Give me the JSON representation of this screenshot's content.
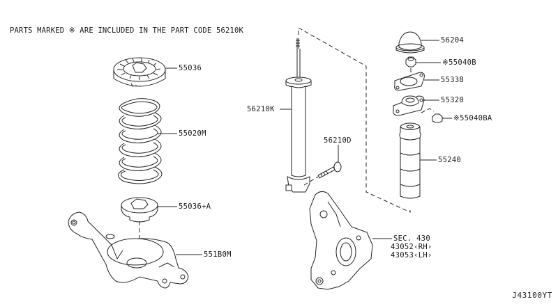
{
  "diagram": {
    "note": "PARTS MARKED ※ ARE INCLUDED IN THE PART CODE 56210K",
    "diagram_code": "J43100YT",
    "parts": [
      {
        "id": "55036",
        "label": "55036",
        "description": "upper spring seat"
      },
      {
        "id": "55020M",
        "label": "55020M",
        "description": "coil spring"
      },
      {
        "id": "55036A",
        "label": "55036+A",
        "description": "lower spring seat"
      },
      {
        "id": "551B0M",
        "label": "551B0M",
        "description": "lower link arm"
      },
      {
        "id": "56210K",
        "label": "56210K",
        "description": "shock absorber"
      },
      {
        "id": "56210D",
        "label": "56210D",
        "description": "bolt"
      },
      {
        "id": "56204",
        "label": "56204",
        "description": "cap"
      },
      {
        "id": "55040B",
        "label": "※55040B",
        "description": "nut"
      },
      {
        "id": "55338",
        "label": "55338",
        "description": "plate"
      },
      {
        "id": "55320",
        "label": "55320",
        "description": "strut mount"
      },
      {
        "id": "55040BA",
        "label": "※55040BA",
        "description": "nut"
      },
      {
        "id": "55240",
        "label": "55240",
        "description": "bound bumper"
      }
    ],
    "section_ref": {
      "line1": "SEC. 430",
      "line2": "43052‹RH›",
      "line3": "43053‹LH›"
    }
  }
}
